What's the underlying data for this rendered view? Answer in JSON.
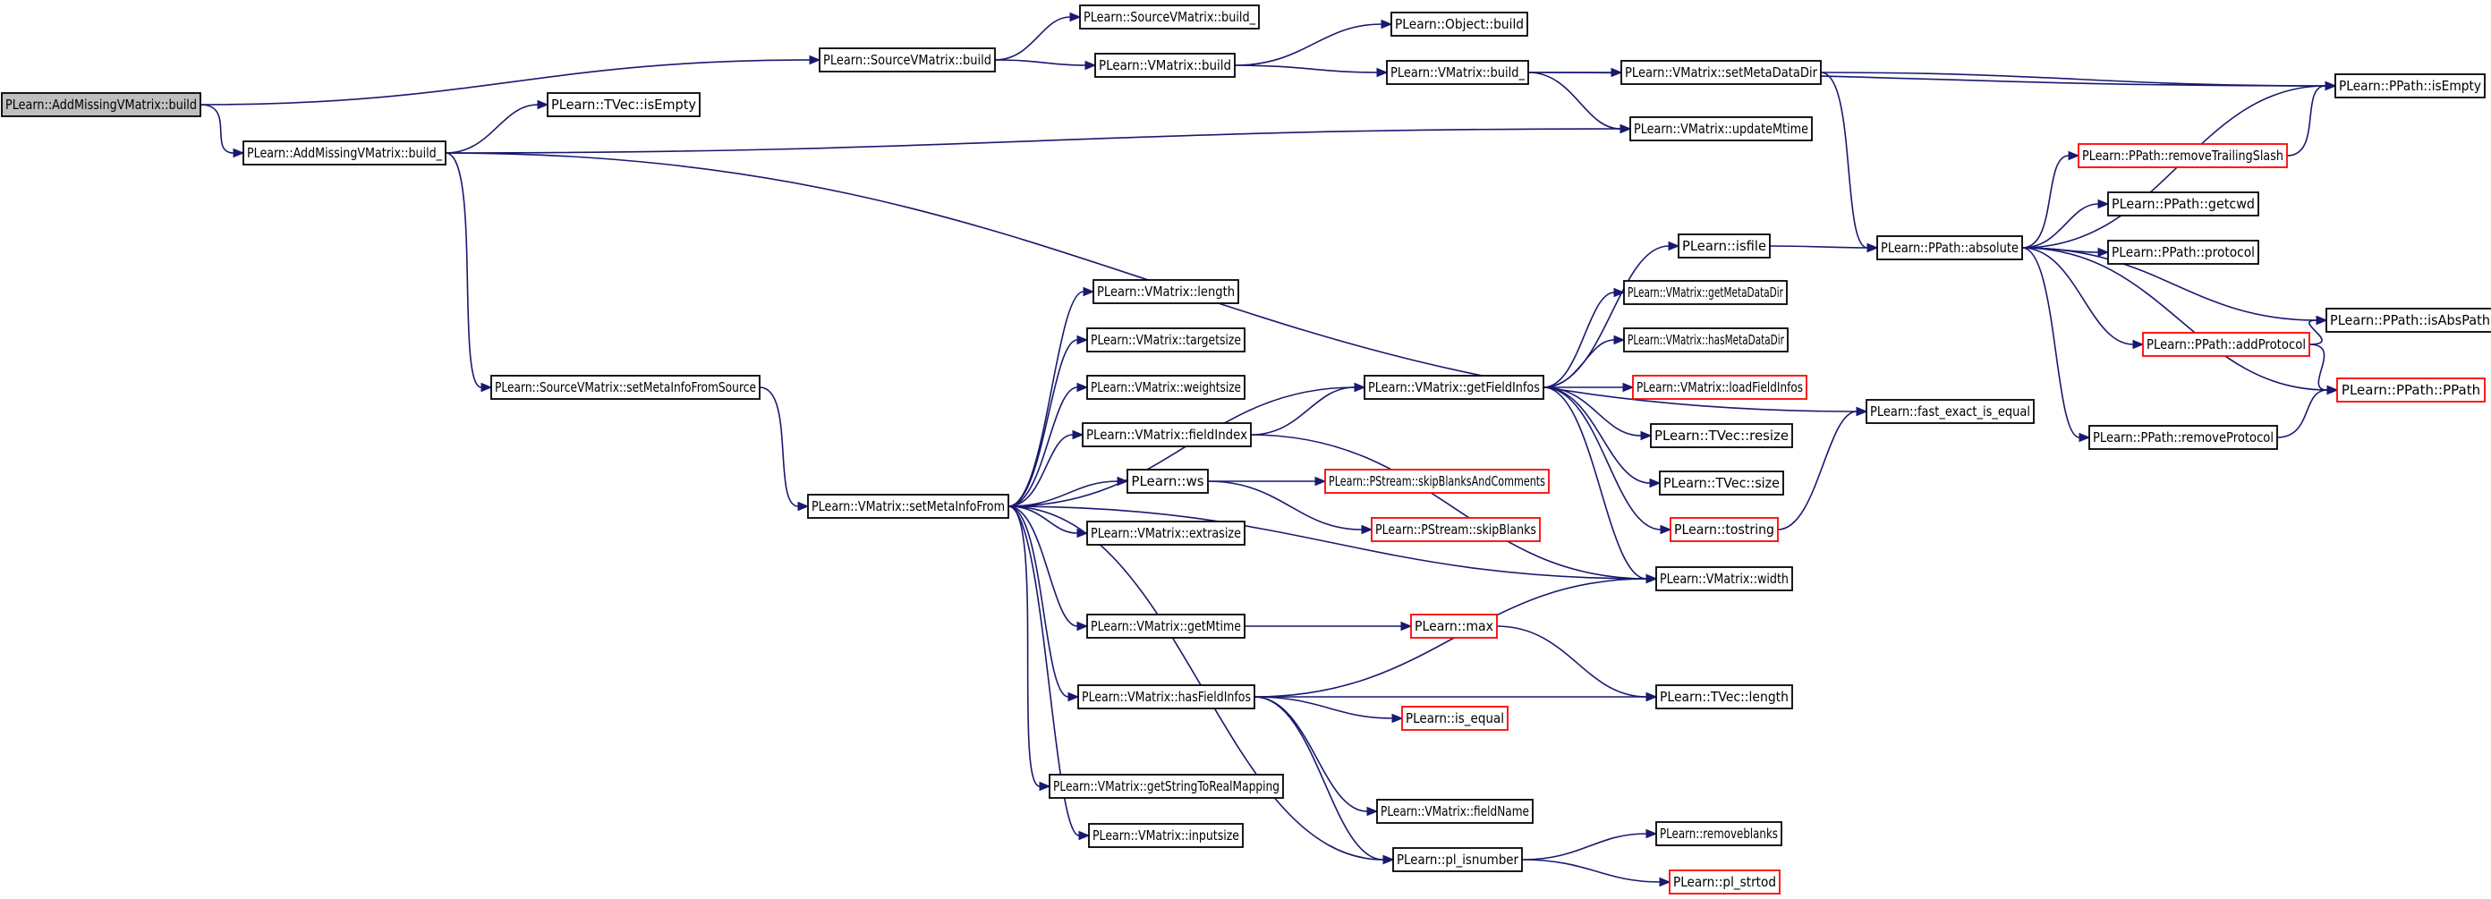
{
  "graph": {
    "title": "",
    "colors": {
      "edge": "#191970",
      "node_border": "#000000",
      "node_border_truncated": "#ff0000",
      "root_fill": "#bfbfbf",
      "node_fill": "#ffffff"
    },
    "nodes": [
      {
        "id": "n0",
        "label": "PLearn::AddMissingVMatrix::build",
        "style": "root"
      },
      {
        "id": "n1",
        "label": "PLearn::SourceVMatrix::build",
        "style": "normal"
      },
      {
        "id": "n2",
        "label": "PLearn::AddMissingVMatrix::build_",
        "style": "normal"
      },
      {
        "id": "n3",
        "label": "PLearn::SourceVMatrix::build_",
        "style": "normal"
      },
      {
        "id": "n4",
        "label": "PLearn::VMatrix::build",
        "style": "normal"
      },
      {
        "id": "n5",
        "label": "PLearn::Object::build",
        "style": "normal"
      },
      {
        "id": "n6",
        "label": "PLearn::VMatrix::build_",
        "style": "normal"
      },
      {
        "id": "n7",
        "label": "PLearn::VMatrix::setMetaDataDir",
        "style": "normal"
      },
      {
        "id": "n8",
        "label": "PLearn::PPath::isEmpty",
        "style": "normal"
      },
      {
        "id": "n9",
        "label": "PLearn::VMatrix::updateMtime",
        "style": "normal"
      },
      {
        "id": "n10",
        "label": "PLearn::TVec::isEmpty",
        "style": "normal"
      },
      {
        "id": "n11",
        "label": "PLearn::PPath::removeTrailingSlash",
        "style": "truncated"
      },
      {
        "id": "n12",
        "label": "PLearn::PPath::getcwd",
        "style": "normal"
      },
      {
        "id": "n13",
        "label": "PLearn::isfile",
        "style": "normal"
      },
      {
        "id": "n14",
        "label": "PLearn::PPath::absolute",
        "style": "normal"
      },
      {
        "id": "n15",
        "label": "PLearn::PPath::protocol",
        "style": "normal"
      },
      {
        "id": "n16",
        "label": "PLearn::VMatrix::length",
        "style": "normal"
      },
      {
        "id": "n17",
        "label": "PLearn::VMatrix::getMetaDataDir",
        "style": "normal"
      },
      {
        "id": "n18",
        "label": "PLearn::PPath::isAbsPath",
        "style": "normal"
      },
      {
        "id": "n19",
        "label": "PLearn::VMatrix::targetsize",
        "style": "normal"
      },
      {
        "id": "n20",
        "label": "PLearn::VMatrix::hasMetaDataDir",
        "style": "normal"
      },
      {
        "id": "n21",
        "label": "PLearn::PPath::addProtocol",
        "style": "truncated"
      },
      {
        "id": "n22",
        "label": "PLearn::VMatrix::weightsize",
        "style": "normal"
      },
      {
        "id": "n23",
        "label": "PLearn::SourceVMatrix::setMetaInfoFromSource",
        "style": "normal"
      },
      {
        "id": "n24",
        "label": "PLearn::VMatrix::getFieldInfos",
        "style": "normal"
      },
      {
        "id": "n25",
        "label": "PLearn::VMatrix::loadFieldInfos",
        "style": "truncated"
      },
      {
        "id": "n26",
        "label": "PLearn::PPath::PPath",
        "style": "truncated"
      },
      {
        "id": "n27",
        "label": "PLearn::fast_exact_is_equal",
        "style": "normal"
      },
      {
        "id": "n28",
        "label": "PLearn::VMatrix::fieldIndex",
        "style": "normal"
      },
      {
        "id": "n29",
        "label": "PLearn::TVec::resize",
        "style": "normal"
      },
      {
        "id": "n30",
        "label": "PLearn::PPath::removeProtocol",
        "style": "normal"
      },
      {
        "id": "n31",
        "label": "PLearn::ws",
        "style": "normal"
      },
      {
        "id": "n32",
        "label": "PLearn::PStream::skipBlanksAndComments",
        "style": "truncated"
      },
      {
        "id": "n33",
        "label": "PLearn::TVec::size",
        "style": "normal"
      },
      {
        "id": "n34",
        "label": "PLearn::VMatrix::setMetaInfoFrom",
        "style": "normal"
      },
      {
        "id": "n35",
        "label": "PLearn::PStream::skipBlanks",
        "style": "truncated"
      },
      {
        "id": "n36",
        "label": "PLearn::tostring",
        "style": "truncated"
      },
      {
        "id": "n37",
        "label": "PLearn::VMatrix::extrasize",
        "style": "normal"
      },
      {
        "id": "n38",
        "label": "PLearn::VMatrix::width",
        "style": "normal"
      },
      {
        "id": "n39",
        "label": "PLearn::VMatrix::getMtime",
        "style": "normal"
      },
      {
        "id": "n40",
        "label": "PLearn::max",
        "style": "truncated"
      },
      {
        "id": "n41",
        "label": "PLearn::VMatrix::hasFieldInfos",
        "style": "normal"
      },
      {
        "id": "n42",
        "label": "PLearn::TVec::length",
        "style": "normal"
      },
      {
        "id": "n43",
        "label": "PLearn::is_equal",
        "style": "truncated"
      },
      {
        "id": "n44",
        "label": "PLearn::VMatrix::getStringToRealMapping",
        "style": "normal"
      },
      {
        "id": "n45",
        "label": "PLearn::VMatrix::fieldName",
        "style": "normal"
      },
      {
        "id": "n46",
        "label": "PLearn::removeblanks",
        "style": "normal"
      },
      {
        "id": "n47",
        "label": "PLearn::VMatrix::inputsize",
        "style": "normal"
      },
      {
        "id": "n48",
        "label": "PLearn::pl_isnumber",
        "style": "normal"
      },
      {
        "id": "n49",
        "label": "PLearn::pl_strtod",
        "style": "truncated"
      }
    ],
    "edges": [
      {
        "from": "n0",
        "to": "n1"
      },
      {
        "from": "n0",
        "to": "n2"
      },
      {
        "from": "n1",
        "to": "n3"
      },
      {
        "from": "n1",
        "to": "n4"
      },
      {
        "from": "n4",
        "to": "n5"
      },
      {
        "from": "n4",
        "to": "n6"
      },
      {
        "from": "n6",
        "to": "n7"
      },
      {
        "from": "n6",
        "to": "n8"
      },
      {
        "from": "n6",
        "to": "n9"
      },
      {
        "from": "n7",
        "to": "n8"
      },
      {
        "from": "n7",
        "to": "n14"
      },
      {
        "from": "n2",
        "to": "n10"
      },
      {
        "from": "n2",
        "to": "n9"
      },
      {
        "from": "n2",
        "to": "n27"
      },
      {
        "from": "n2",
        "to": "n23"
      },
      {
        "from": "n23",
        "to": "n34"
      },
      {
        "from": "n34",
        "to": "n24"
      },
      {
        "from": "n34",
        "to": "n16"
      },
      {
        "from": "n34",
        "to": "n19"
      },
      {
        "from": "n34",
        "to": "n22"
      },
      {
        "from": "n34",
        "to": "n28"
      },
      {
        "from": "n34",
        "to": "n31"
      },
      {
        "from": "n34",
        "to": "n37"
      },
      {
        "from": "n34",
        "to": "n38"
      },
      {
        "from": "n34",
        "to": "n39"
      },
      {
        "from": "n34",
        "to": "n41"
      },
      {
        "from": "n34",
        "to": "n44"
      },
      {
        "from": "n34",
        "to": "n47"
      },
      {
        "from": "n34",
        "to": "n48"
      },
      {
        "from": "n28",
        "to": "n24"
      },
      {
        "from": "n28",
        "to": "n38"
      },
      {
        "from": "n31",
        "to": "n32"
      },
      {
        "from": "n31",
        "to": "n35"
      },
      {
        "from": "n24",
        "to": "n13"
      },
      {
        "from": "n24",
        "to": "n17"
      },
      {
        "from": "n24",
        "to": "n20"
      },
      {
        "from": "n24",
        "to": "n25"
      },
      {
        "from": "n24",
        "to": "n29"
      },
      {
        "from": "n24",
        "to": "n33"
      },
      {
        "from": "n24",
        "to": "n36"
      },
      {
        "from": "n24",
        "to": "n38"
      },
      {
        "from": "n13",
        "to": "n14"
      },
      {
        "from": "n14",
        "to": "n11"
      },
      {
        "from": "n14",
        "to": "n12"
      },
      {
        "from": "n14",
        "to": "n15"
      },
      {
        "from": "n14",
        "to": "n18"
      },
      {
        "from": "n14",
        "to": "n21"
      },
      {
        "from": "n14",
        "to": "n26"
      },
      {
        "from": "n14",
        "to": "n30"
      },
      {
        "from": "n14",
        "to": "n8"
      },
      {
        "from": "n11",
        "to": "n8"
      },
      {
        "from": "n21",
        "to": "n18"
      },
      {
        "from": "n21",
        "to": "n26"
      },
      {
        "from": "n30",
        "to": "n26"
      },
      {
        "from": "n36",
        "to": "n27"
      },
      {
        "from": "n39",
        "to": "n40"
      },
      {
        "from": "n40",
        "to": "n42"
      },
      {
        "from": "n41",
        "to": "n38"
      },
      {
        "from": "n41",
        "to": "n43"
      },
      {
        "from": "n41",
        "to": "n42"
      },
      {
        "from": "n41",
        "to": "n45"
      },
      {
        "from": "n41",
        "to": "n48"
      },
      {
        "from": "n48",
        "to": "n46"
      },
      {
        "from": "n48",
        "to": "n49"
      }
    ]
  }
}
